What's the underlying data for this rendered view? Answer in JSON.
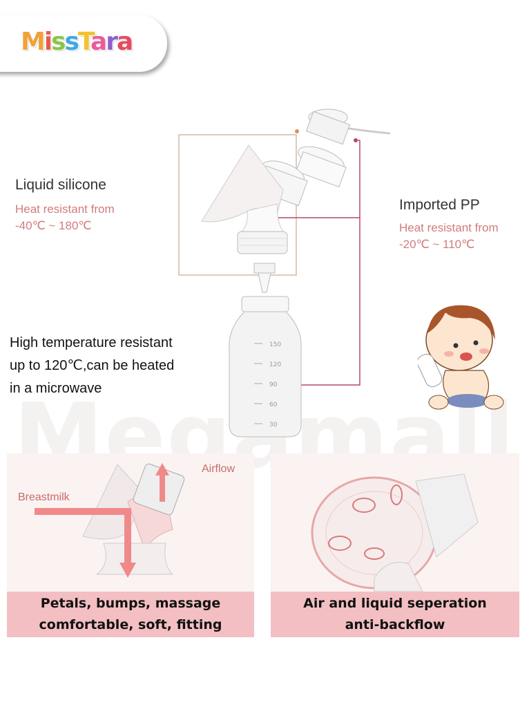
{
  "brand": {
    "letters": [
      {
        "ch": "M",
        "color": "#f0a13a"
      },
      {
        "ch": "i",
        "color": "#e85a4f"
      },
      {
        "ch": "s",
        "color": "#8bc34a"
      },
      {
        "ch": "s",
        "color": "#3fa9e0"
      },
      {
        "ch": "T",
        "color": "#f2c230"
      },
      {
        "ch": "a",
        "color": "#e95c9a"
      },
      {
        "ch": "r",
        "color": "#8e5fcf"
      },
      {
        "ch": "a",
        "color": "#e64a5e"
      }
    ]
  },
  "watermark": "Megamall",
  "parts": {
    "left": {
      "title": "Liquid silicone",
      "line1": "Heat resistant from",
      "line2": "-40℃ ~ 180℃"
    },
    "right": {
      "title": "Imported PP",
      "line1": "Heat resistant from",
      "line2": "-20℃ ~ 110℃"
    }
  },
  "feature": {
    "line1": "High temperature resistant",
    "line2": "up to 120℃,can be heated",
    "line3": "in a microwave"
  },
  "bottle_marks": [
    "150",
    "120",
    "90",
    "60",
    "30"
  ],
  "panels": [
    {
      "labels": {
        "breastmilk": "Breastmilk",
        "airflow": "Airflow"
      },
      "caption_line1": "Petals, bumps, massage",
      "caption_line2": "comfortable, soft, fitting"
    },
    {
      "caption_line1": "Air and liquid seperation",
      "caption_line2": "anti-backflow"
    }
  ],
  "colors": {
    "pink_text": "#d27b7b",
    "banner": "#f3bfc3",
    "accent_line": "#b5476e",
    "flow_arrow": "#f08a8a"
  }
}
